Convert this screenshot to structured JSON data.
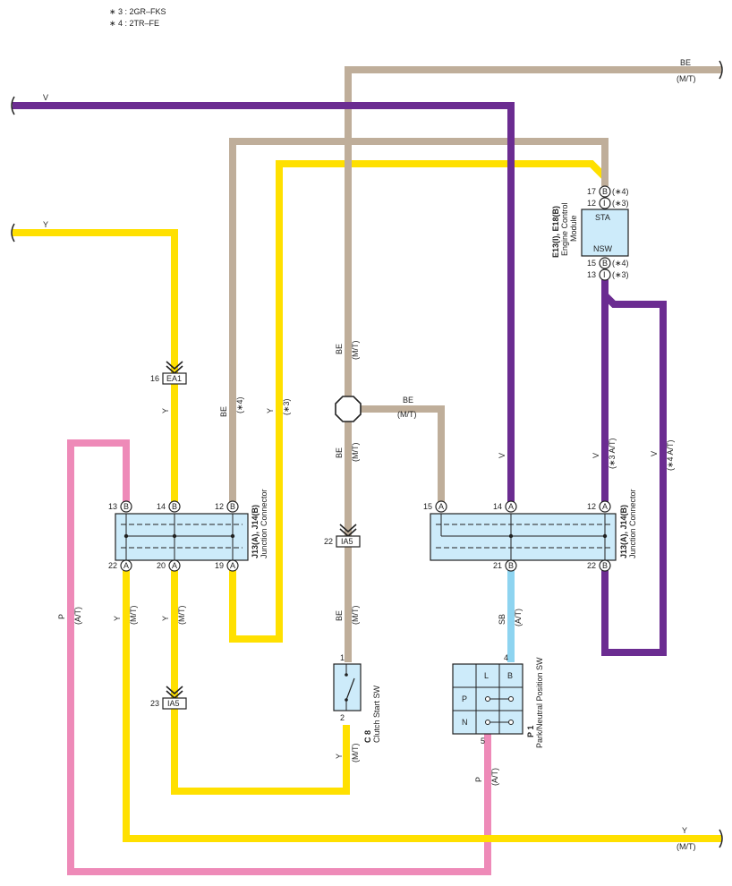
{
  "notes": [
    "∗ 3 : 2GR–FKS",
    "∗ 4 : 2TR–FE"
  ],
  "wires": {
    "v_top": "V",
    "be_top": "BE",
    "be_top_cond": "(M/T)",
    "y_left": "Y",
    "y_bottom": "Y",
    "y_bottom_cond": "(M/T)",
    "be_ea1": "BE",
    "be_ea1_cond": "(∗4)",
    "y_mid": "Y",
    "y_mid_cond": "(∗3)",
    "y_ea1": "Y",
    "be_center": "BE",
    "be_center_cond": "(M/T)",
    "be_branch": "BE",
    "be_branch_cond": "(M/T)",
    "be_below_junc": "BE",
    "be_below_junc_cond": "(M/T)",
    "be_below_ia5": "BE",
    "be_below_ia5_cond": "(M/T)",
    "v_right": "V",
    "v_ecm": "V",
    "v_ecm_cond": "(∗3 A/T)",
    "v_loop": "V",
    "v_loop_cond": "(∗4 A/T)",
    "sb": "SB",
    "sb_cond": "(A/T)",
    "p_left": "P",
    "p_left_cond": "(A/T)",
    "y_j13_22": "Y",
    "y_j13_22_cond": "(M/T)",
    "y_j13_20": "Y",
    "y_j13_20_cond": "(M/T)",
    "y_clutch": "Y",
    "y_clutch_cond": "(M/T)",
    "p_pnp": "P",
    "p_pnp_cond": "(A/T)"
  },
  "connectors": {
    "ea1": {
      "pin": "16",
      "label": "EA1"
    },
    "ia5_center": {
      "pin": "22",
      "label": "IA5"
    },
    "ia5_left": {
      "pin": "23",
      "label": "IA5"
    }
  },
  "junction_left": {
    "name": "J13(A), J14(B)",
    "desc": "Junction Connector",
    "top_pins": [
      {
        "num": "13",
        "t": "B"
      },
      {
        "num": "14",
        "t": "B"
      },
      {
        "num": "12",
        "t": "B"
      }
    ],
    "bottom_pins": [
      {
        "num": "22",
        "t": "A"
      },
      {
        "num": "20",
        "t": "A"
      },
      {
        "num": "19",
        "t": "A"
      }
    ]
  },
  "junction_right": {
    "name": "J13(A), J14(B)",
    "desc": "Junction Connector",
    "top_pins": [
      {
        "num": "15",
        "t": "A"
      },
      {
        "num": "14",
        "t": "A"
      },
      {
        "num": "12",
        "t": "A"
      }
    ],
    "bottom_pins": [
      {
        "num": "21",
        "t": "B"
      },
      {
        "num": "22",
        "t": "B"
      }
    ]
  },
  "ecm": {
    "name": "E13(I), E18(B)",
    "desc1": "Engine Control",
    "desc2": "Module",
    "sta": "STA",
    "nsw": "NSW",
    "pins": [
      {
        "num": "17",
        "t": "B",
        "cond": "(∗4)"
      },
      {
        "num": "12",
        "t": "I",
        "cond": "(∗3)"
      },
      {
        "num": "15",
        "t": "B",
        "cond": "(∗4)"
      },
      {
        "num": "13",
        "t": "I",
        "cond": "(∗3)"
      }
    ]
  },
  "clutch": {
    "id": "C 8",
    "name": "Clutch Start SW",
    "pin1": "1",
    "pin2": "2"
  },
  "pnp": {
    "id": "P 1",
    "name": "Park/Neutral Position SW",
    "col_l": "L",
    "col_b": "B",
    "row_p": "P",
    "row_n": "N",
    "pin_top": "4",
    "pin_bottom": "5"
  },
  "colors": {
    "V": "#6b2c91",
    "BE": "#bfae9a",
    "Y": "#ffe000",
    "P": "#ee8ab8",
    "SB": "#8ed4f0",
    "junction_fill": "#cdebfa"
  }
}
